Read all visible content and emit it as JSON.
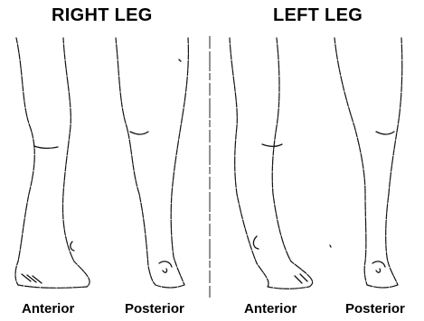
{
  "diagram": {
    "right_leg": {
      "title": "RIGHT LEG",
      "views": [
        "Anterior",
        "Posterior"
      ]
    },
    "left_leg": {
      "title": "LEFT LEG",
      "views": [
        "Anterior",
        "Posterior"
      ]
    }
  }
}
